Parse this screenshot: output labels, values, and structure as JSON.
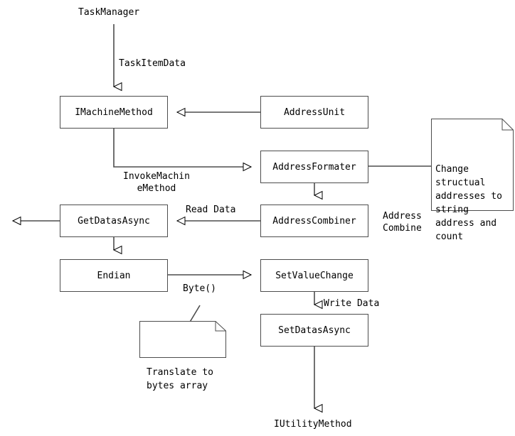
{
  "diagram": {
    "title": "TaskManager flow diagram",
    "stroke_color": "#4d4d4d",
    "text_color": "#000000",
    "background": "#ffffff"
  },
  "nodes": [
    {
      "id": "imachinemethod",
      "label": "IMachineMethod"
    },
    {
      "id": "addressunit",
      "label": "AddressUnit"
    },
    {
      "id": "addressformater",
      "label": "AddressFormater"
    },
    {
      "id": "addresscombiner",
      "label": "AddressCombiner"
    },
    {
      "id": "getdatasasync",
      "label": "GetDatasAsync"
    },
    {
      "id": "endian",
      "label": "Endian"
    },
    {
      "id": "setvaluechange",
      "label": "SetValueChange"
    },
    {
      "id": "setdatasasync",
      "label": "SetDatasAsync"
    }
  ],
  "endpoints": {
    "top": "TaskManager",
    "bottom": "IUtilityMethod"
  },
  "edge_labels": [
    {
      "id": "taskitemdata",
      "text": "TaskItemData"
    },
    {
      "id": "invokemachinemethod",
      "text": "InvokeMachin\neMethod"
    },
    {
      "id": "readdata",
      "text": "Read Data"
    },
    {
      "id": "byte",
      "text": "Byte()"
    },
    {
      "id": "writedata",
      "text": "Write Data"
    },
    {
      "id": "addresscombine",
      "text": "Address\nCombine"
    }
  ],
  "notes": [
    {
      "id": "address-note",
      "text": "Change\nstructual\naddresses to\nstring\naddress and\ncount"
    },
    {
      "id": "translate-note",
      "text": "Translate to\nbytes array"
    }
  ]
}
